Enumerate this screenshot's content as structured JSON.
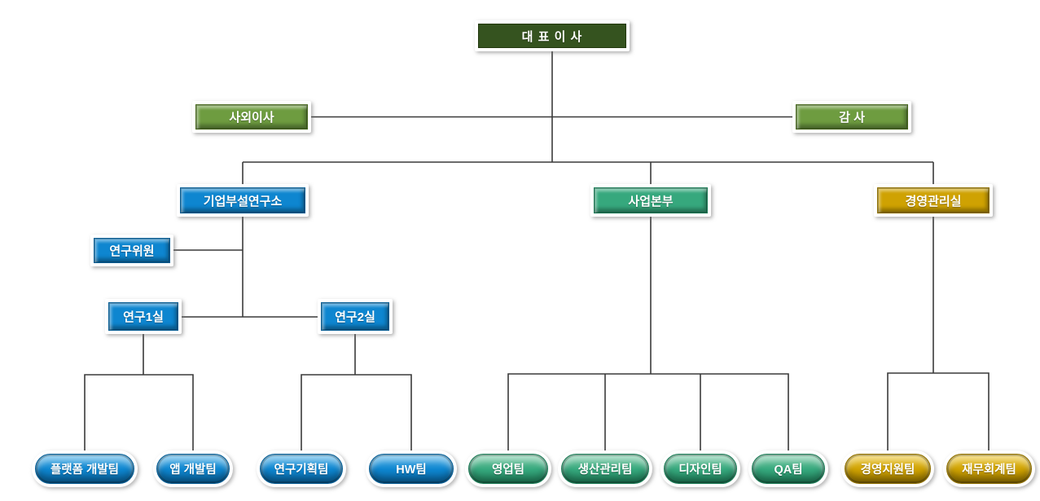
{
  "org": {
    "ceo": {
      "label": "대 표 이 사"
    },
    "outside_director": {
      "label": "사외이사"
    },
    "auditor": {
      "label": "감 사"
    },
    "research_institute": {
      "label": "기업부설연구소"
    },
    "business_division": {
      "label": "사업본부"
    },
    "management_office": {
      "label": "경영관리실"
    },
    "research_fellow": {
      "label": "연구위원"
    },
    "research_lab1": {
      "label": "연구1실"
    },
    "research_lab2": {
      "label": "연구2실"
    },
    "platform_dev_team": {
      "label": "플랫폼 개발팀"
    },
    "app_dev_team": {
      "label": "앱 개발팀"
    },
    "research_planning_team": {
      "label": "연구기획팀"
    },
    "hw_team": {
      "label": "HW팀"
    },
    "sales_team": {
      "label": "영업팀"
    },
    "production_mgmt_team": {
      "label": "생산관리팀"
    },
    "design_team": {
      "label": "디자인팀"
    },
    "qa_team": {
      "label": "QA팀"
    },
    "mgmt_support_team": {
      "label": "경영지원팀"
    },
    "finance_accounting_team": {
      "label": "재무회계팀"
    }
  },
  "hierarchy": {
    "ceo": [
      "outside_director",
      "auditor",
      "research_institute",
      "business_division",
      "management_office"
    ],
    "research_institute": [
      "research_fellow",
      "research_lab1",
      "research_lab2"
    ],
    "research_lab1": [
      "platform_dev_team",
      "app_dev_team"
    ],
    "research_lab2": [
      "research_planning_team",
      "hw_team"
    ],
    "business_division": [
      "sales_team",
      "production_mgmt_team",
      "design_team",
      "qa_team"
    ],
    "management_office": [
      "mgmt_support_team",
      "finance_accounting_team"
    ]
  },
  "colors": {
    "ceo_dark_green": "#35531F",
    "director_olive": "#6E9C40",
    "research_blue": "#0E86D0",
    "business_green": "#36A87D",
    "management_gold": "#CFA202",
    "connector_line": "#3A3A3A",
    "node_text": "#FFFFFF",
    "background": "#FFFFFF"
  }
}
